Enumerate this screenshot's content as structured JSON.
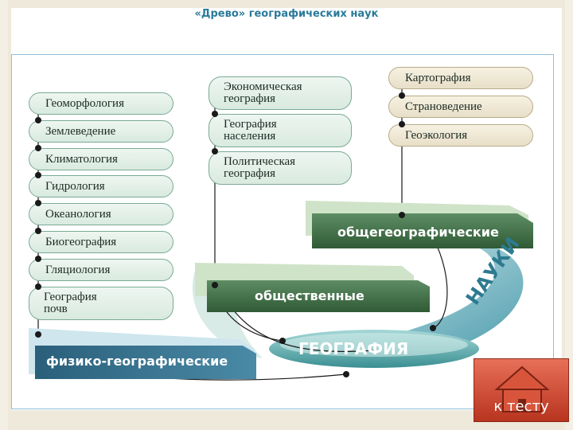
{
  "title": "«Древо» географических наук",
  "physical": {
    "label": "физико-географические",
    "items": [
      "Геоморфология",
      "Землеведение",
      "Климатология",
      "Гидрология",
      "Океанология",
      "Биогеография",
      "Гляциология"
    ],
    "last_item": [
      "География",
      "почв"
    ]
  },
  "social": {
    "label": "общественные",
    "items": [
      [
        "Экономическая",
        "география"
      ],
      [
        "География",
        "населения"
      ],
      [
        "Политическая",
        "география"
      ]
    ]
  },
  "general": {
    "label": "общегеографические",
    "items": [
      "Картография",
      "Страноведение",
      "Геоэкология"
    ]
  },
  "geography_label": "ГЕОГРАФИЯ",
  "science_label": "НАУКИ",
  "test_button": {
    "label": "к тесту",
    "icon": "home-icon"
  },
  "colors": {
    "accent_teal": "#2a7a9a",
    "band_green": "#3f6f45",
    "button_red": "#c8462e"
  }
}
